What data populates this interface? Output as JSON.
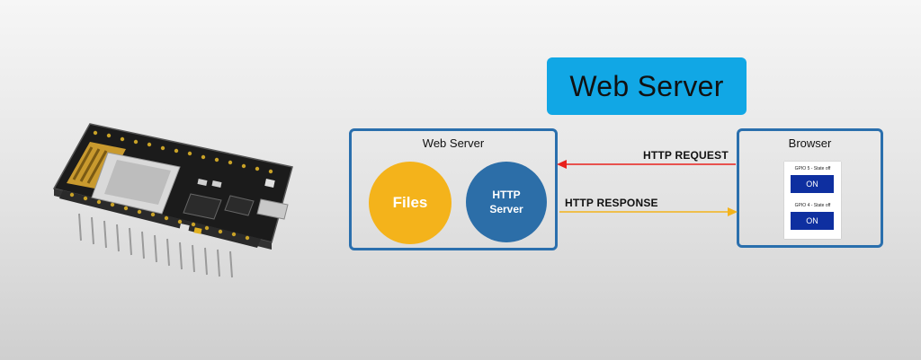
{
  "header": {
    "title": "Web Server"
  },
  "web_server": {
    "title": "Web Server",
    "files_label": "Files",
    "http_server_line1": "HTTP",
    "http_server_line2": "Server"
  },
  "browser": {
    "title": "Browser",
    "gpio5_label": "GPIO 5 - State off",
    "gpio5_button": "ON",
    "gpio4_label": "GPIO 4 - State off",
    "gpio4_button": "ON"
  },
  "arrows": {
    "request_label": "HTTP REQUEST",
    "response_label": "HTTP RESPONSE",
    "request_color": "#e8201c",
    "response_color": "#f4b31b"
  },
  "colors": {
    "title_badge": "#11a7e5",
    "box_border": "#2a6fad",
    "files_circle": "#f4b31b",
    "http_circle": "#2c6ea8",
    "on_button": "#0e2fa0"
  },
  "images": {
    "board": "esp8266-nodemcu-board"
  }
}
